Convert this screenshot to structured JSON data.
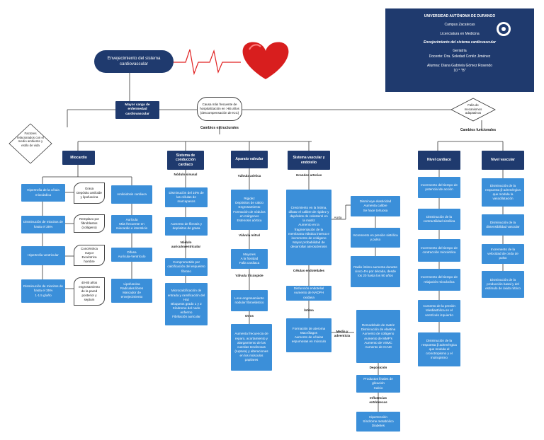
{
  "title": "Envejecimiento del sistema cardiovascular",
  "info": {
    "university": "UNIVERSIDAD AUTÓNOMA DE DURANGO",
    "campus": "Campus Zacatecas",
    "degree": "Licenciatura en Medicina",
    "topic": "Envejecimiento del sistema cardiovascular",
    "subject": "Geriatría",
    "teacher": "Docente: Dra. Soledad Cortéz Jiménez",
    "student": "Alumna: Diana Gabriela Gómez Rosendo",
    "semester": "10 ° \"B\""
  },
  "top": {
    "risk": "Mayor carga de enfermedad cardiovascular",
    "cause": "Causa más frecuente de hospitalización en >65 años (descompensación de ICC)",
    "reserve": "Falla de mecanismos adaptativos",
    "factors": "Factores relacionados con el medio ambiente y estilo de vida",
    "structural": "Cambios estructurales",
    "functional": "Cambios funcionales"
  },
  "miocardio": {
    "header": "Miocardio",
    "hip_vent": "Hipertrofia de la célula miocárdica",
    "dec1": "Disminución de miocitos de hasta el 35%",
    "hip_vent2": "Hipertrofia ventricular",
    "dec2": "Disminución de miocitos de hasta el 35%\n1-1.5 g/año",
    "grasa": "Grasa\nDepósito amiloide y lipofuscina",
    "reemplazo": "Remplazo por fibroblastos (colágeno)",
    "concentrica": "Concéntrica mayor\nExcéntrica hombre",
    "engrosamiento": "40-80 años engrosamiento de la pared posterior y septum",
    "amiloidosis": "Amiloidosis cardiaca",
    "auricula": "Aurícula\nMás frecuente en miocardio e intersticio",
    "difusa": "Difusa\nAurícula-Ventrículo",
    "lipofuscina": "Lipofuscina\nRadicales libres\nMarcador de envejecimiento"
  },
  "conduccion": {
    "header": "Sistema de conducción cardiaco",
    "nodo_sinusal": "Nódulo sinusal",
    "sinusal_box": "Disminución del 10% de las células de marcapasos",
    "fibrosis": "Aumento de fibrosis y depósitos de grasa",
    "nodo_av": "Nódulo auriculoventricular",
    "calcificacion": "Comprometido por calcificación del esqueleto fibroso",
    "bloqueos": "Microcalcificación de entrada y ramificación del Haz\nBloqueos grado 1 y 2\nSíndrome del nodo enfermo\nFibrilación auricular"
  },
  "valvular": {
    "header": "Aparato valvular",
    "aortica_label": "Válvula aórtica",
    "aortica": "Rigidez\nDepósitos de calcio\nEngrosamiento\nFormación de nódulos en márgenes\nEstenosis aórtica",
    "mitral_label": "Válvula mitral",
    "mitral": "Mayores\nA la fiosidad\nFalla cardiaca",
    "tricuspide_label": "Válvula tricúspide",
    "tricuspide": "Leve engrosamiento nodular fibroelástico",
    "otros_label": "Otros",
    "otros": "Aumenta frecuencia de reparo, acortamiento y alargamiento de las cuerdas tendinosas (ruptura) y alteraciones en los músculos papilares"
  },
  "vascular": {
    "header": "Sistema vascular y endotelio",
    "grandes_label": "Grandes arterias",
    "grandes": "Crecimiento en la íntima, dilatar el calibre de rigidez y depósitos de colesterol en la matriz\nAumento en la fragmentación de la membrana elástica interna e incremento de colágeno\nMayor probabilidad de desarrollar aterosclerosis",
    "aorta_label": "Aorta",
    "aorta": "Disminuye elasticidad\nAumenta calibre\nSe hace tortuosa",
    "presion": "Incremento en presión sistólica y pulso",
    "radio": "Radio íntimo aumenta durante cinco 4% por década, desde los 20 hasta los 90 años",
    "celulas_label": "Células endoteliales",
    "celulas": "Disfunción endotelial\nAumento de NADPH oxidasa",
    "intima_label": "Íntima",
    "intima": "Formación de ateroma\nMacrófagos\nAumento de células espumosas en músculo",
    "media_label": "Media y adventicia",
    "media": "Remodelado de matriz\nDisminución de elastina\nAumento de colágeno\nAumento de MMP's\nAumento de VSMC\nAumento de ICAM",
    "deposicion_label": "Deposición",
    "deposicion": "Productos finales de glicación\nCalcio",
    "influencias_label": "Influencias extrínsecas",
    "influencias": "Hipertensión\nSíndrome metabólico\nDiabetes"
  },
  "funcional_cardiaco": {
    "header": "Nivel cardiaco",
    "items": [
      "Incremento del tiempo de potencial de acción",
      "Disminución de la contractilidad sistólica",
      "Incremento del tiempo de contracción miocárdica",
      "Incremento del tiempo de relajación miocárdica",
      "Aumento de la presión telediastólica en el ventrículo izquierdo",
      "Disminución de la respuesta β adrenérgica que modula el cronotropismo y el inotropismo"
    ]
  },
  "funcional_vascular": {
    "header": "Nivel vascular",
    "items": [
      "Disminución de la respuesta β-adrenérgica que modula la vasodilatación",
      "Disminución de la distensibilidad vascular",
      "Incremento de la velocidad de onda de pulso",
      "Disminución de la producción basal y del estímulo de óxido nítrico"
    ]
  }
}
